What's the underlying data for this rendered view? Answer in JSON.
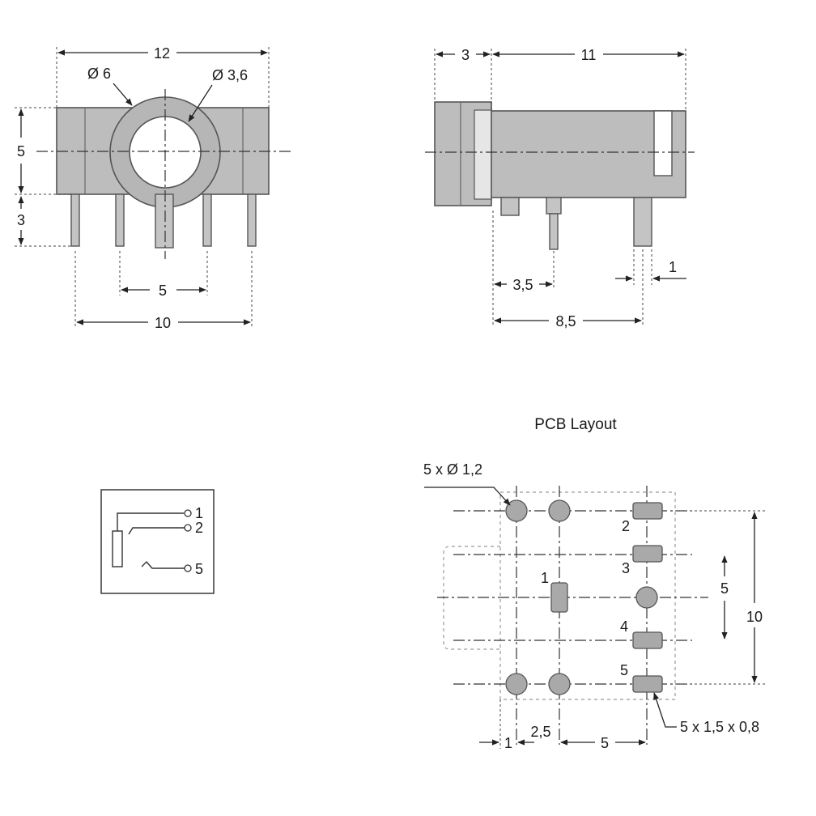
{
  "front_view": {
    "dim_width": "12",
    "dim_outer_diameter": "Ø 6",
    "dim_inner_diameter": "Ø 3,6",
    "dim_height": "5",
    "dim_pin_length": "3",
    "dim_pin_spacing": "5",
    "dim_pin_span": "10"
  },
  "side_view": {
    "dim_front_length": "3",
    "dim_body_length": "11",
    "dim_pin_offset": "3,5",
    "dim_pin_span": "8,5",
    "dim_pin_width": "1"
  },
  "schematic": {
    "pin1": "1",
    "pin2": "2",
    "pin5": "5"
  },
  "pcb_layout": {
    "title": "PCB Layout",
    "hole_spec": "5 x Ø 1,2",
    "pad_spec": "5 x 1,5 x 0,8",
    "pad_labels": [
      "1",
      "2",
      "3",
      "4",
      "5"
    ],
    "dim_pitch_5_vertical": "5",
    "dim_span_10": "10",
    "dim_offset_1": "1",
    "dim_2_5": "2,5",
    "dim_5_horizontal": "5"
  }
}
